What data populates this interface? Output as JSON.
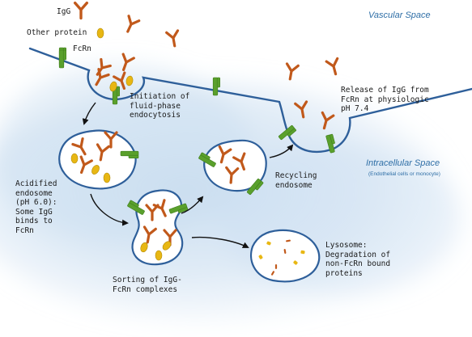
{
  "colors": {
    "igg": "#c1591b",
    "fcrn": "#5aa02c",
    "fcrn_dark": "#3f7d1c",
    "protein": "#e8b713",
    "membrane": "#2e5f9a",
    "cytoplasm": "#c9ddf0",
    "space_label": "#2e6ea6"
  },
  "legend": {
    "igg_label": "IgG",
    "igg_icon": "y-shaped-antibody",
    "protein_label": "Other protein",
    "protein_icon": "yellow-oval",
    "fcrn_label": "FcRn",
    "fcrn_icon": "green-bar-receptor"
  },
  "regions": {
    "vascular": "Vascular Space",
    "intracellular": "Intracellular Space",
    "intracellular_note": "(Endothelial cells or monocyte)"
  },
  "steps": {
    "initiation": "Initiation of\nfluid-phase\nendocytosis",
    "acidified": "Acidified\nendosome\n(pH 6.0):\nSome IgG\nbinds to\nFcRn",
    "sorting": "Sorting of IgG-\nFcRn complexes",
    "recycling": "Recycling\nendosome",
    "release": "Release of IgG from\nFcRn at physiologic\npH 7.4",
    "lysosome": "Lysosome:\nDegradation of\nnon-FcRn bound\nproteins"
  }
}
